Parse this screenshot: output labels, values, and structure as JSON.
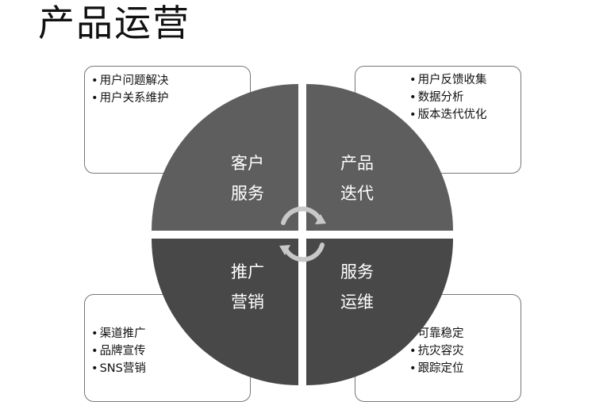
{
  "title": "产品运营",
  "quadrants": {
    "customer_service": {
      "line1": "客户",
      "line2": "服务"
    },
    "product_iteration": {
      "line1": "产品",
      "line2": "迭代"
    },
    "promotion_marketing": {
      "line1": "推广",
      "line2": "营销"
    },
    "service_operations": {
      "line1": "服务",
      "line2": "运维"
    }
  },
  "boxes": {
    "customer_service": [
      "用户问题解决",
      "用户关系维护"
    ],
    "product_iteration": [
      "用户反馈收集",
      "数据分析",
      "版本迭代优化"
    ],
    "promotion_marketing": [
      "渠道推广",
      "品牌宣传",
      "SNS营销"
    ],
    "service_operations": [
      "可靠稳定",
      "抗灾容灾",
      "跟踪定位"
    ]
  },
  "colors": {
    "quadrant_top": "#5e5e5e",
    "quadrant_bottom": "#484848",
    "box_border": "#777777",
    "cycle_arrows": "#c8c8c8"
  },
  "icons": [
    "cycle-arrows-icon"
  ]
}
